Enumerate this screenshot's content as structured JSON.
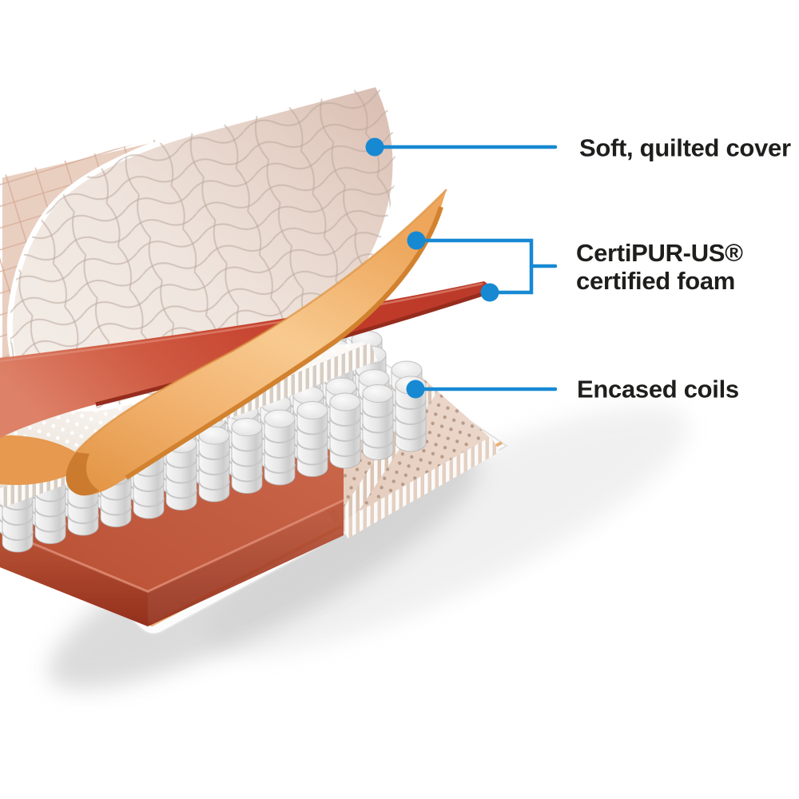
{
  "figure": {
    "kind": "mattress-layer-cutaway-diagram"
  },
  "callouts": [
    {
      "id": "cover",
      "label": "Soft, quilted cover"
    },
    {
      "id": "foam",
      "lines": [
        "CertiPUR-US®",
        "certified foam"
      ]
    },
    {
      "id": "coils",
      "label": "Encased coils"
    }
  ],
  "colors": {
    "callout_blue": "#1789d3",
    "label_text": "#1e1e1c",
    "cover_quilt_light": "#f3ece6",
    "cover_quilt_pink": "#d9bcb1",
    "foam_orange": "#f2b370",
    "foam_red": "#c23a28",
    "coil_gray": "#e6e6e6",
    "slab_terracotta": "#b8503a",
    "latex_tan": "#e7d0c1"
  }
}
